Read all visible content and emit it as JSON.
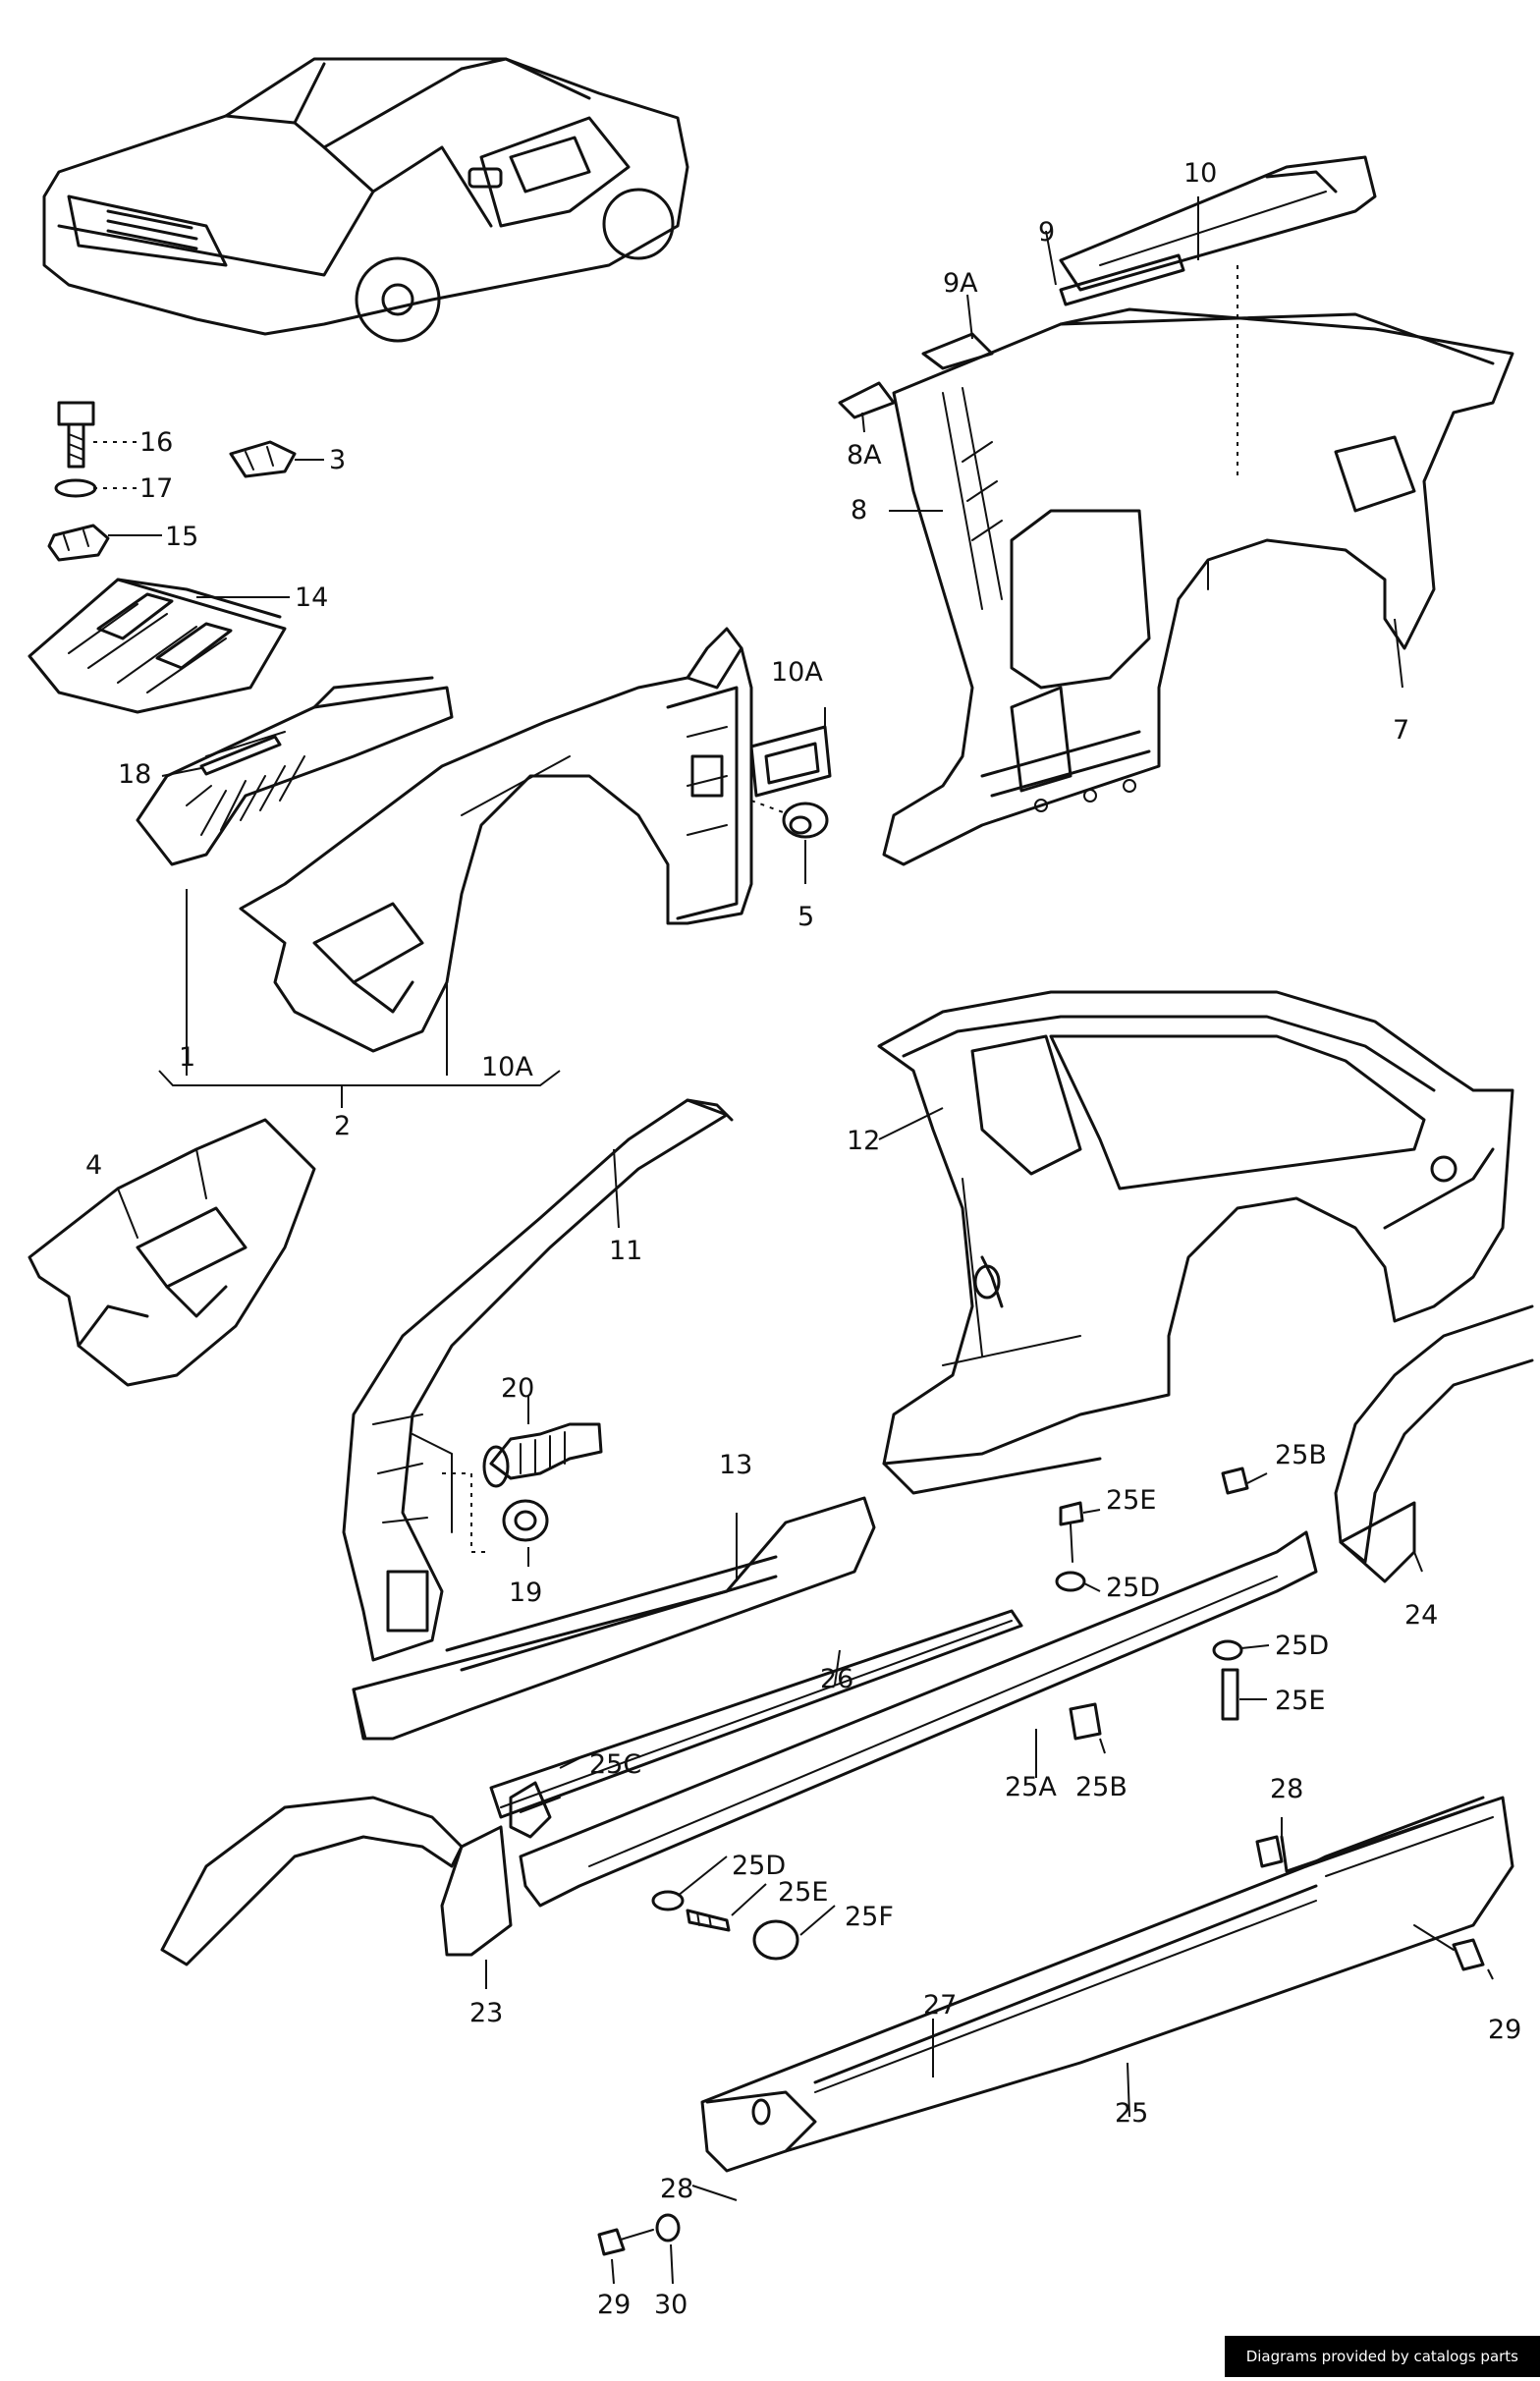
{
  "labels": {
    "l1": "1",
    "l2": "2",
    "l3": "3",
    "l4": "4",
    "l5": "5",
    "l7": "7",
    "l8": "8",
    "l8a": "8A",
    "l9": "9",
    "l9a": "9A",
    "l10": "10",
    "l10a_top": "10A",
    "l10a_bottom": "10A",
    "l11": "11",
    "l12": "12",
    "l13": "13",
    "l14": "14",
    "l15": "15",
    "l16": "16",
    "l17": "17",
    "l18": "18",
    "l19": "19",
    "l20": "20",
    "l23": "23",
    "l24": "24",
    "l25": "25",
    "l25a": "25A",
    "l25b_top": "25B",
    "l25b_bottom": "25B",
    "l25c": "25C",
    "l25d_1": "25D",
    "l25d_2": "25D",
    "l25d_3": "25D",
    "l25e_1": "25E",
    "l25e_2": "25E",
    "l25e_3": "25E",
    "l25f": "25F",
    "l26": "26",
    "l27": "27",
    "l28_right": "28",
    "l28_left": "28",
    "l29_right": "29",
    "l29_left": "29",
    "l30": "30"
  },
  "credit": "Diagrams provided by catalogs parts"
}
